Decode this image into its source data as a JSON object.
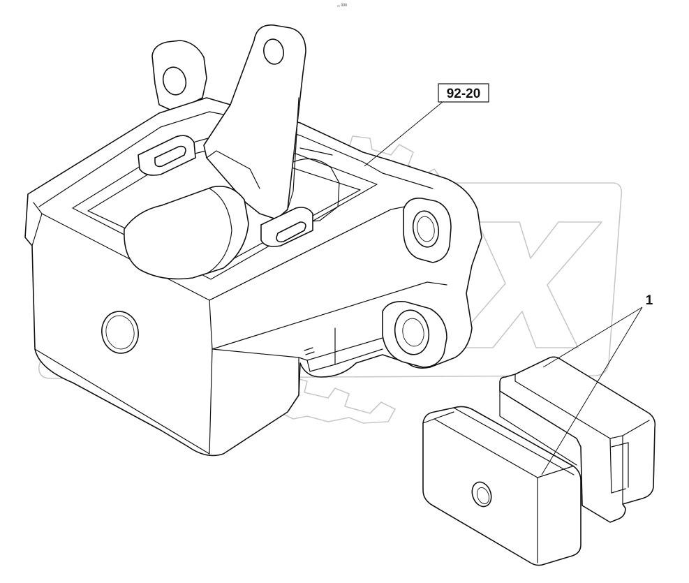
{
  "header": {
    "code": "₈₀ 000"
  },
  "callouts": [
    {
      "id": "callout-92-20",
      "label": "92-20",
      "boxed": true
    },
    {
      "id": "callout-1",
      "label": "1",
      "boxed": false
    }
  ],
  "watermark": {
    "text": "OPEX",
    "color": "#c8c8c8"
  }
}
